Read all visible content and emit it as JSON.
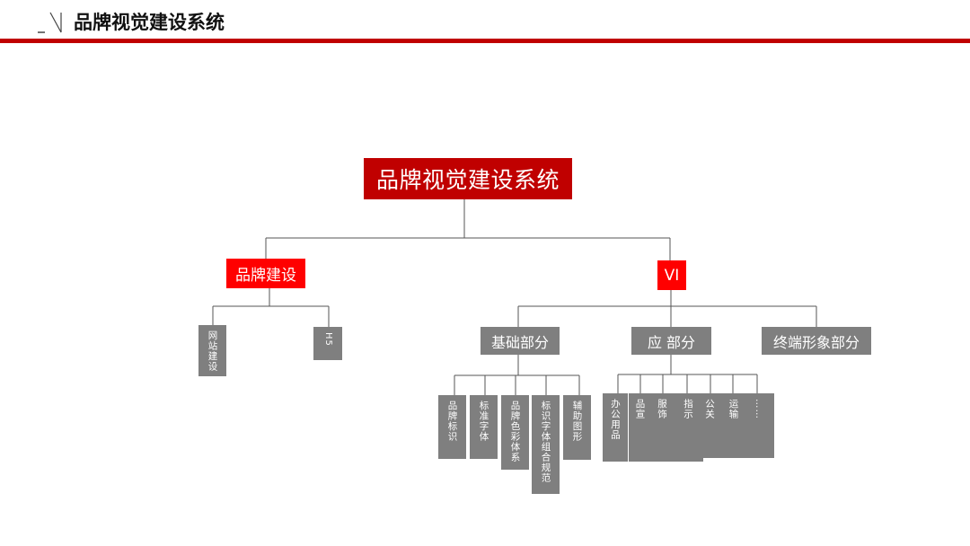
{
  "header": {
    "title": "品牌视觉建设系统",
    "accent_color": "#c00000",
    "mark_icon": "corner-slash-icon"
  },
  "diagram": {
    "root": {
      "label": "品牌视觉建设系统",
      "color": "#c00000"
    },
    "level1": [
      {
        "label": "品牌建设",
        "color": "#ff0000"
      },
      {
        "label": "VI",
        "color": "#ff0000"
      }
    ],
    "brand_children": [
      "网站建设",
      "H5"
    ],
    "vi_children": [
      "基础部分",
      "应 部分",
      "终端形象部分"
    ],
    "basic_children": [
      "品牌标识",
      "标准字体",
      "品牌色彩体系",
      "标识字体组合规范",
      "辅助图形"
    ],
    "app_children": [
      "办公用品",
      "品宣",
      "服饰",
      "指示",
      "公关",
      "运输",
      "……"
    ],
    "box_color": "#7f7f7f",
    "line_color": "#555555"
  }
}
